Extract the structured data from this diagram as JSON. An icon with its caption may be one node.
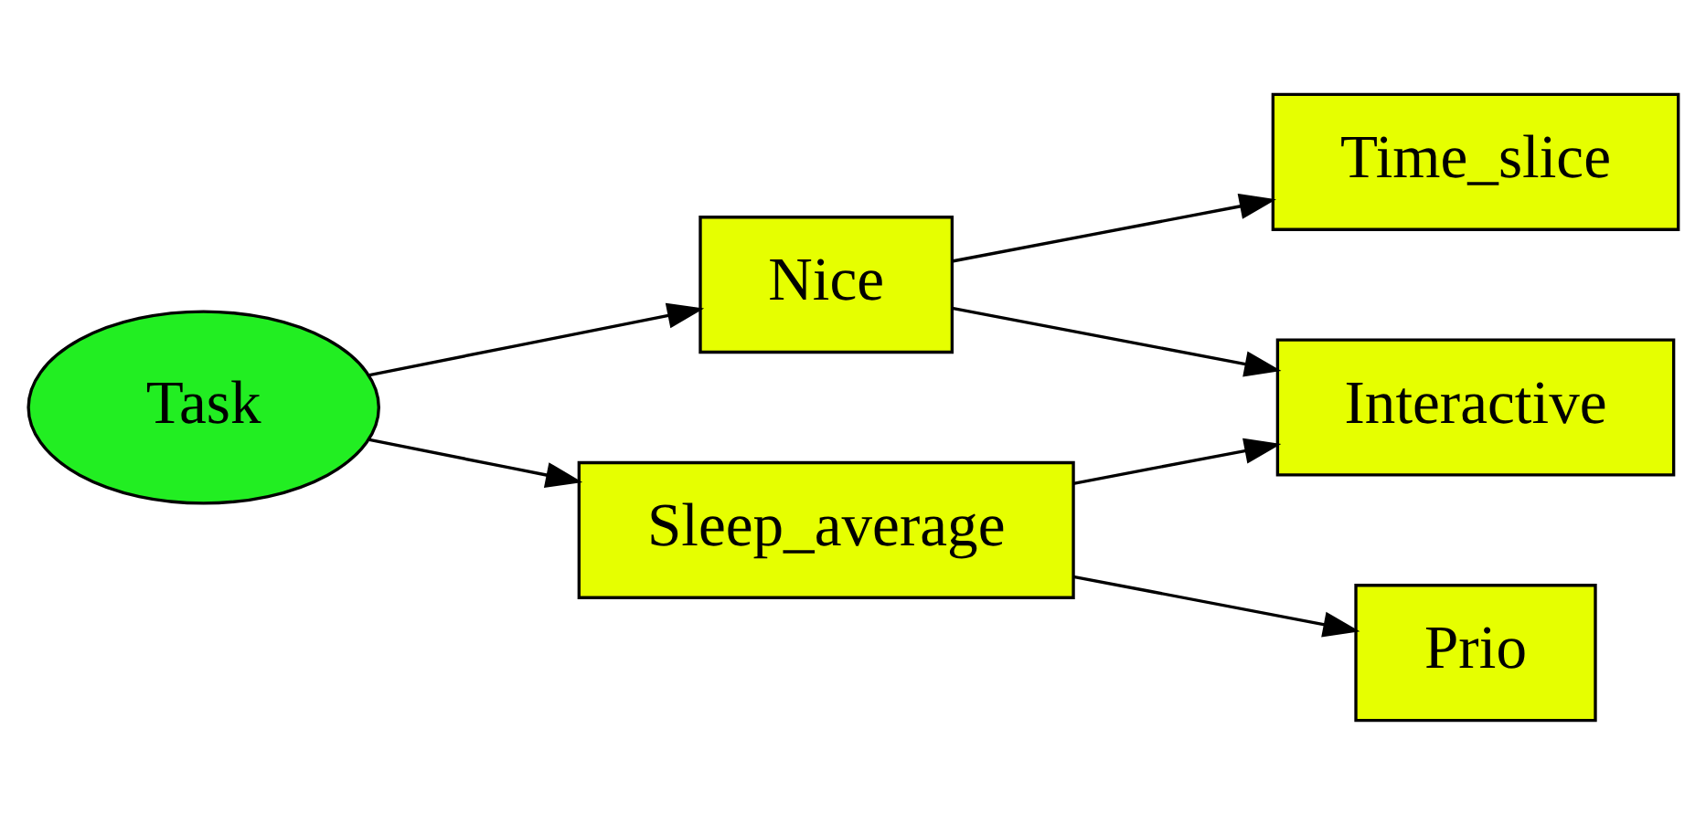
{
  "diagram": {
    "nodes": [
      {
        "text": [
          "Task"
        ]
      },
      {
        "text": [
          "Nice"
        ]
      },
      {
        "text": [
          "Sleep_average"
        ]
      },
      {
        "text": [
          "Time_slice"
        ]
      },
      {
        "text": [
          "Interactive"
        ]
      },
      {
        "text": [
          "Prio"
        ]
      }
    ],
    "edges": [
      {
        "from": 0,
        "to": 1,
        "arrow": "to"
      },
      {
        "from": 0,
        "to": 2,
        "arrow": "to"
      },
      {
        "from": 1,
        "to": 3,
        "arrow": "to"
      },
      {
        "from": 1,
        "to": 4,
        "arrow": "to"
      },
      {
        "from": 2,
        "to": 4,
        "arrow": "to"
      },
      {
        "from": 2,
        "to": 5,
        "arrow": "to"
      }
    ]
  }
}
